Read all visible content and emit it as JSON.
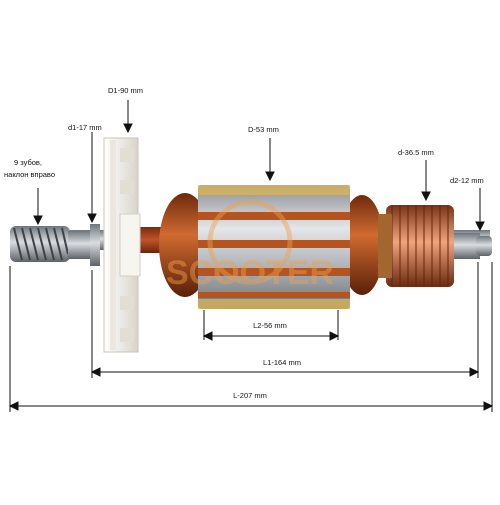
{
  "diagram": {
    "labels": {
      "d1_90": "D1-90 mm",
      "d1_17": "d1-17 mm",
      "teeth_line1": "9 зубов,",
      "teeth_line2": "наклон вправо",
      "D_53": "D-53 mm",
      "d_36_5": "d-36.5 mm",
      "d2_12": "d2-12 mm",
      "L2_56": "L2-56 mm",
      "L1_164": "L1-164 mm",
      "L_207": "L-207 mm"
    },
    "watermark": "SCOOTER",
    "colors": {
      "copper": "#b5541e",
      "copper_dark": "#6e2a0c",
      "steel": "#9aa0a6",
      "fan": "#f1efe9",
      "line": "#111111",
      "watermark": "#f0a050"
    },
    "icons": [
      "gear-pinion-icon",
      "fan-icon",
      "commutator-icon",
      "bearing-journal-icon"
    ]
  }
}
